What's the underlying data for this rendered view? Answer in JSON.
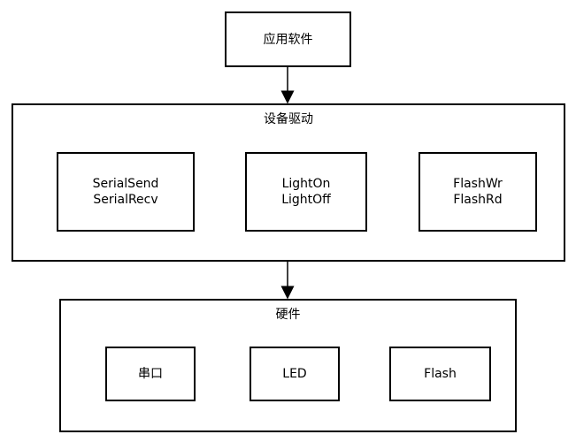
{
  "app_box": {
    "label": "应用软件"
  },
  "driver_group": {
    "title": "设备驱动",
    "modules": [
      {
        "line1": "SerialSend",
        "line2": "SerialRecv"
      },
      {
        "line1": "LightOn",
        "line2": "LightOff"
      },
      {
        "line1": "FlashWr",
        "line2": "FlashRd"
      }
    ]
  },
  "hardware_group": {
    "title": "硬件",
    "items": [
      {
        "label": "串口"
      },
      {
        "label": "LED"
      },
      {
        "label": "Flash"
      }
    ]
  }
}
